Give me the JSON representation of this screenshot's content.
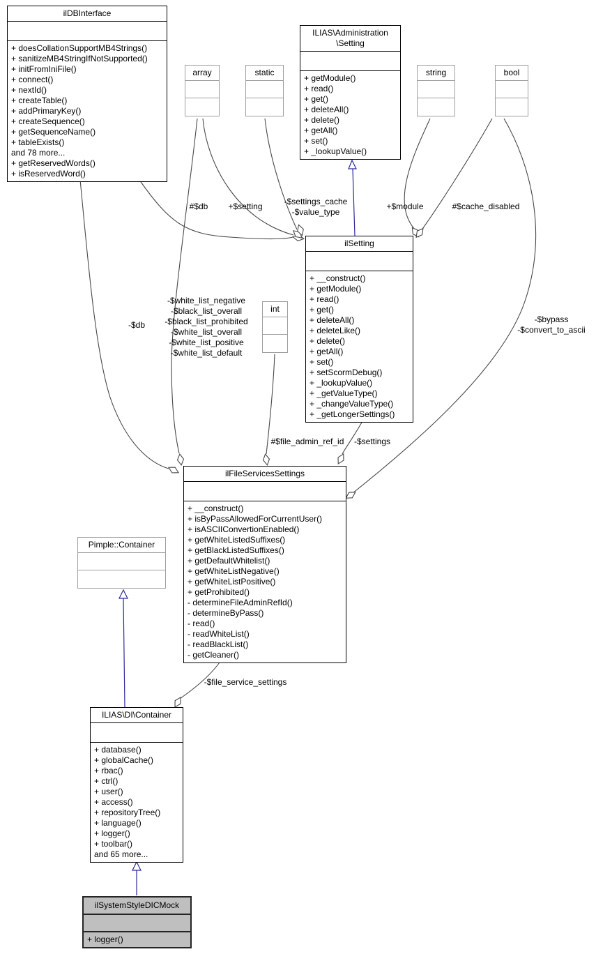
{
  "diagram": {
    "classes": {
      "ildbinterface": {
        "title": "ilDBInterface",
        "methods": [
          "+ doesCollationSupportMB4Strings()",
          "+ sanitizeMB4StringIfNotSupported()",
          "+ initFromIniFile()",
          "+ connect()",
          "+ nextId()",
          "+ createTable()",
          "+ addPrimaryKey()",
          "+ createSequence()",
          "+ getSequenceName()",
          "+ tableExists()",
          "and 78 more...",
          "+ getReservedWords()",
          "+ isReservedWord()"
        ]
      },
      "admin_setting": {
        "title": "ILIAS\\Administration\n\\Setting",
        "methods": [
          "+ getModule()",
          "+ read()",
          "+ get()",
          "+ deleteAll()",
          "+ delete()",
          "+ getAll()",
          "+ set()",
          "+ _lookupValue()"
        ]
      },
      "array_type": {
        "title": "array"
      },
      "static_type": {
        "title": "static"
      },
      "string_type": {
        "title": "string"
      },
      "bool_type": {
        "title": "bool"
      },
      "int_type": {
        "title": "int"
      },
      "ilsetting": {
        "title": "ilSetting",
        "methods": [
          "+ __construct()",
          "+ getModule()",
          "+ read()",
          "+ get()",
          "+ deleteAll()",
          "+ deleteLike()",
          "+ delete()",
          "+ getAll()",
          "+ set()",
          "+ setScormDebug()",
          "+ _lookupValue()",
          "+ _getValueType()",
          "+ _changeValueType()",
          "+ _getLongerSettings()"
        ]
      },
      "filesettings": {
        "title": "ilFileServicesSettings",
        "methods": [
          "+ __construct()",
          "+ isByPassAllowedForCurrentUser()",
          "+ isASCIIConvertionEnabled()",
          "+ getWhiteListedSuffixes()",
          "+ getBlackListedSuffixes()",
          "+ getDefaultWhitelist()",
          "+ getWhiteListNegative()",
          "+ getWhiteListPositive()",
          "+ getProhibited()",
          "- determineFileAdminRefId()",
          "- determineByPass()",
          "- read()",
          "- readWhiteList()",
          "- readBlackList()",
          "- getCleaner()"
        ]
      },
      "pimple": {
        "title": "Pimple::Container"
      },
      "dicontainer": {
        "title": "ILIAS\\DI\\Container",
        "methods": [
          "+ database()",
          "+ globalCache()",
          "+ rbac()",
          "+ ctrl()",
          "+ user()",
          "+ access()",
          "+ repositoryTree()",
          "+ language()",
          "+ logger()",
          "+ toolbar()",
          "and 65 more..."
        ]
      },
      "dicmock": {
        "title": "ilSystemStyleDICMock",
        "methods": [
          "+ logger()"
        ]
      }
    },
    "edge_labels": {
      "db_setting": "#$db",
      "setting": "+$setting",
      "settings_cache": "-$settings_cache\n-$value_type",
      "module": "+$module",
      "cache_disabled": "#$cache_disabled",
      "db_fss": "-$db",
      "whitelists": "-$white_list_negative\n-$black_list_overall\n-$black_list_prohibited\n-$white_list_overall\n-$white_list_positive\n-$white_list_default",
      "bypass": "-$bypass\n-$convert_to_ascii",
      "file_admin_ref_id": "#$file_admin_ref_id",
      "settings_member": "-$settings",
      "file_service_settings": "-$file_service_settings"
    },
    "colors": {
      "aggregation_edge": "#484848",
      "inheritance_edge": "#2a2a9c",
      "type_box_border": "#9e9e9e",
      "current_class_fill": "#bfbfbf"
    }
  }
}
